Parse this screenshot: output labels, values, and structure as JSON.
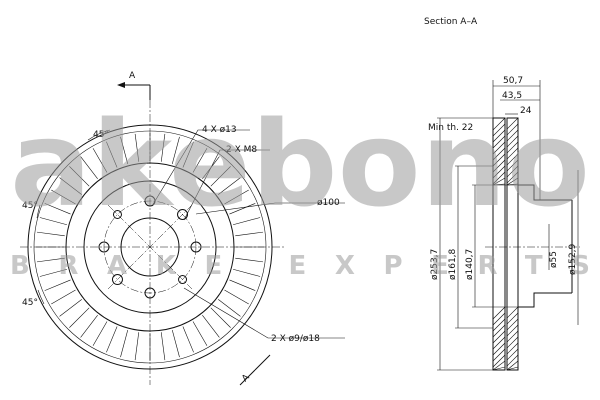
{
  "drawing": {
    "section_title": "Section A–A",
    "section_mark": "A",
    "min_thickness": "Min th. 22",
    "callouts": {
      "holes_large": "4 X ø13",
      "holes_thread": "2 X M8",
      "pcd": "ø100",
      "holes_small": "2 X ø9/ø18"
    },
    "angles": [
      "45°",
      "45°",
      "45°"
    ],
    "dimensions": {
      "total_width": "50,7",
      "hat_height": "43,5",
      "flange": "24",
      "outer_diameter": "ø253,7",
      "friction_inner": "ø161,8",
      "hat_diameter": "ø140,7",
      "center_bore": "ø55",
      "hub_diameter": "ø152,9"
    }
  },
  "watermark": {
    "brand": "akebono",
    "tagline": "BRAKE EXPERTS",
    "color": "#9a9a9a"
  }
}
